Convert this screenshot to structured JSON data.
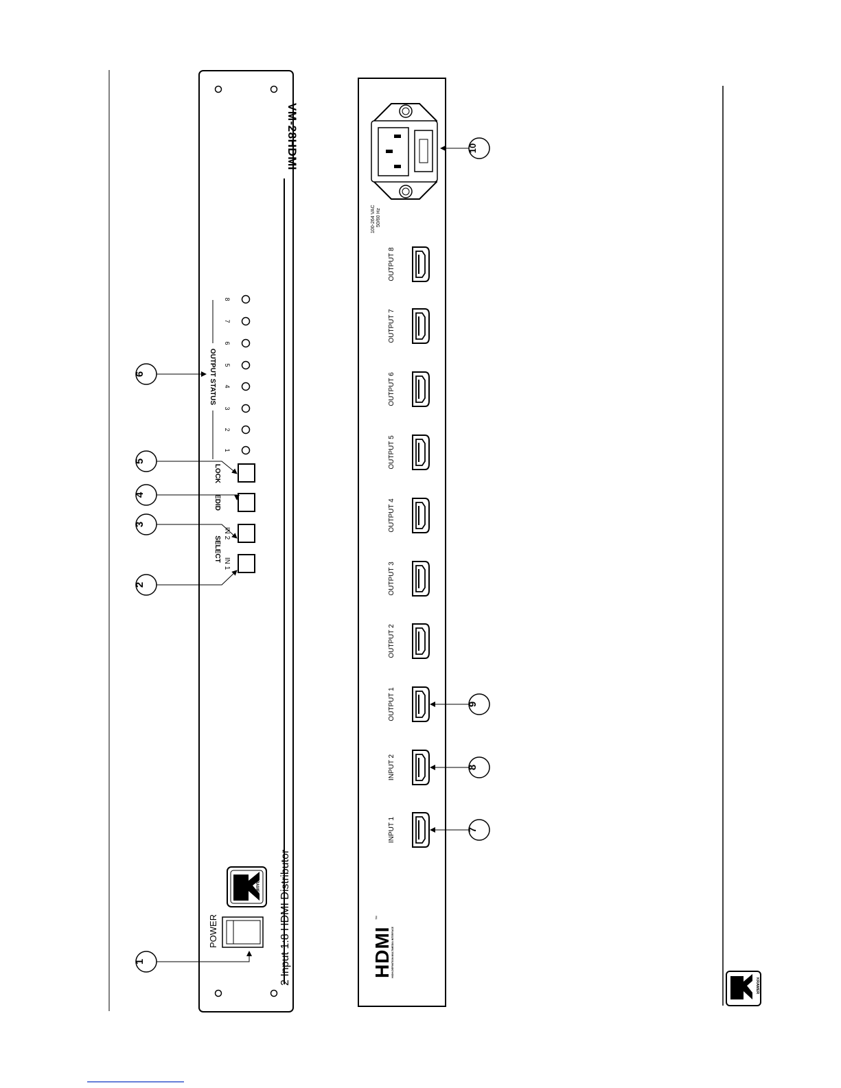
{
  "front_panel": {
    "model_label": "VM-28HDMI",
    "description_label": "2 Input 1:8 HDMI Distributor",
    "power_label": "POWER",
    "logo_text": "KRAMER",
    "select_label": "SELECT",
    "in1_label": "IN 1",
    "in2_label": "IN 2",
    "edid_label": "EDID",
    "lock_label": "LOCK",
    "output_status_label": "OUTPUT STATUS",
    "output_numbers": [
      "1",
      "2",
      "3",
      "4",
      "5",
      "6",
      "7",
      "8"
    ]
  },
  "rear_panel": {
    "voltage_label": "100-264 VAC",
    "frequency_label": "50/60 Hz",
    "ports": [
      "INPUT 1",
      "INPUT 2",
      "OUTPUT 1",
      "OUTPUT 2",
      "OUTPUT 3",
      "OUTPUT 4",
      "OUTPUT 5",
      "OUTPUT 6",
      "OUTPUT 7",
      "OUTPUT 8"
    ],
    "hdmi_logo_text": "HDMI",
    "hdmi_tm": "™",
    "hdmi_tagline": "HIGH-DEFINITION MULTIMEDIA INTERFACE"
  },
  "callouts": [
    "1",
    "2",
    "3",
    "4",
    "5",
    "6",
    "7",
    "8",
    "9",
    "10"
  ],
  "footer_logo_text": "KRAMER"
}
